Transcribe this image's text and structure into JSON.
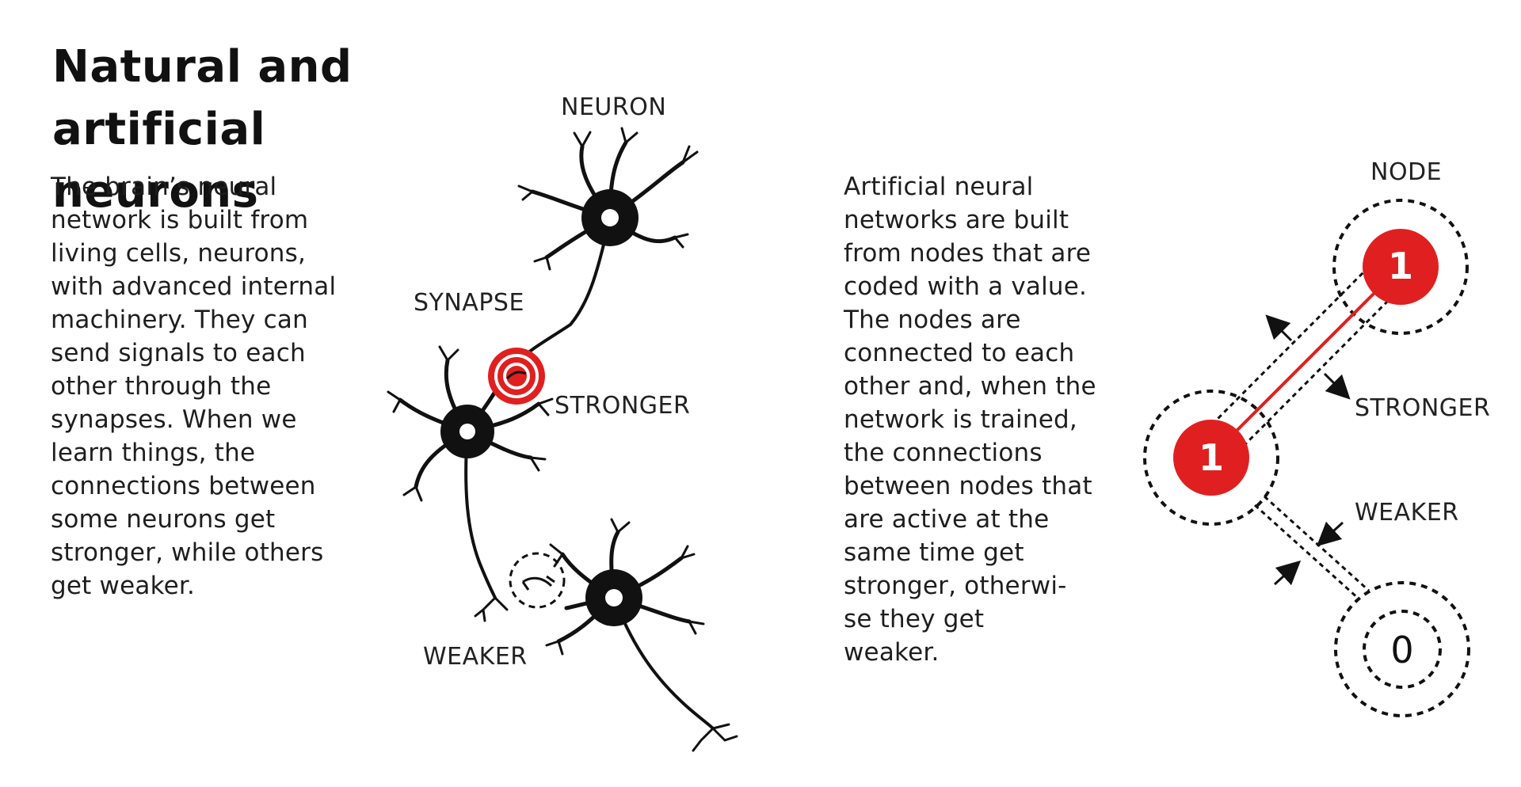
{
  "title": {
    "lines": [
      "Natural and",
      "artificial neurons"
    ]
  },
  "left_text": {
    "lines": [
      "The brain’s neural",
      "network is built from",
      "living cells, neurons,",
      "with advanced internal",
      "machinery. They can",
      "send signals to each",
      "other through the",
      "synapses. When we",
      "learn things, the",
      "connections between",
      "some neurons get",
      "stronger, while others",
      "get weaker."
    ]
  },
  "right_text": {
    "lines": [
      "Artificial neural",
      "networks are built",
      "from nodes that are",
      "coded with a value.",
      "The nodes are",
      "connected to each",
      "other and, when the",
      "network is trained,",
      "the connections",
      "between nodes that",
      "are active at the",
      "same time get",
      "stronger, otherwi-",
      "se they get",
      "weaker."
    ]
  },
  "neuron_diagram": {
    "neuron_label": "NEURON",
    "synapse_label": "SYNAPSE",
    "stronger_label": "STRONGER",
    "weaker_label": "WEAKER"
  },
  "node_diagram": {
    "node_label": "NODE",
    "stronger_label": "STRONGER",
    "weaker_label": "WEAKER",
    "node_top_value": "1",
    "node_middle_value": "1",
    "node_bottom_value": "0"
  },
  "colors": {
    "accent_red": "#e02020",
    "ink": "#111111"
  }
}
